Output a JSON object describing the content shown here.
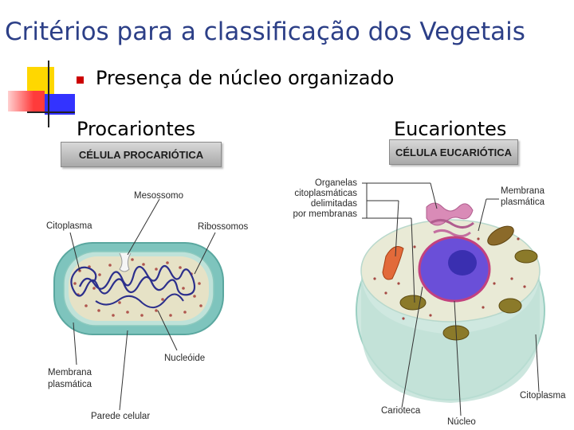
{
  "title": "Critérios para a classificação dos Vegetais",
  "bullet": "Presença de núcleo organizado",
  "left_column": {
    "heading": "Procariontes",
    "banner": "CÉLULA PROCARIÓTICA",
    "labels": {
      "mesossomo": "Mesossomo",
      "citoplasma": "Citoplasma",
      "ribossomos": "Ribossomos",
      "nucleoide": "Nucleóide",
      "membrana_1": "Membrana",
      "membrana_2": "plasmática",
      "parede": "Parede celular"
    }
  },
  "right_column": {
    "heading": "Eucariontes",
    "banner": "CÉLULA EUCARIÓTICA",
    "labels": {
      "organelas_1": "Organelas",
      "organelas_2": "citoplasmáticas",
      "organelas_3": "delimitadas",
      "organelas_4": "por membranas",
      "membrana_1": "Membrana",
      "membrana_2": "plasmática",
      "citoplasma": "Citoplasma",
      "carioteca": "Carioteca",
      "nucleo": "Núcleo"
    }
  },
  "colors": {
    "title": "#2c3f87",
    "bullet": "#cc0000",
    "accent_yellow": "#ffd700",
    "accent_blue": "#3333ff",
    "accent_red": "#ff3b3b",
    "cell_wall": "#7ec4bd",
    "cytoplasm": "#e6e2c6",
    "nucleus": "#6a4fd8"
  }
}
